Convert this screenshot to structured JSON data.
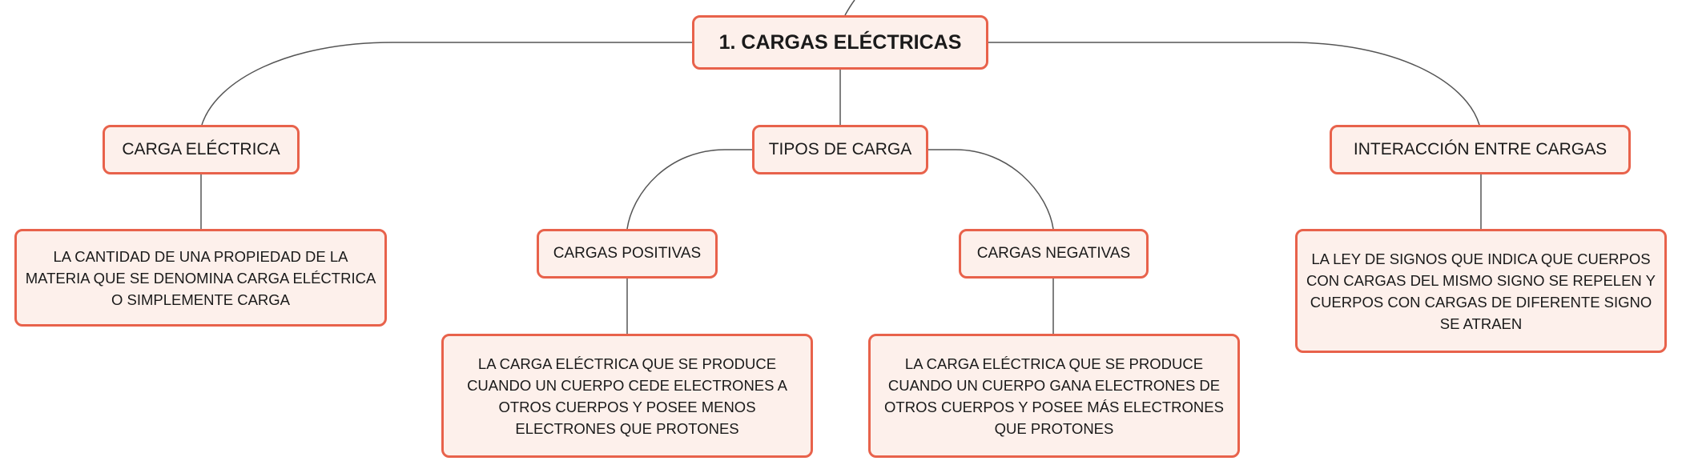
{
  "root": {
    "label": "1. CARGAS ELÉCTRICAS"
  },
  "branches": {
    "carga_electrica": {
      "label": "CARGA ELÉCTRICA",
      "description": "LA CANTIDAD DE UNA PROPIEDAD DE LA MATERIA QUE SE DENOMINA CARGA ELÉCTRICA O SIMPLEMENTE CARGA"
    },
    "tipos_de_carga": {
      "label": "TIPOS DE CARGA",
      "children": {
        "positivas": {
          "label": "CARGAS POSITIVAS",
          "description": "LA CARGA ELÉCTRICA QUE SE PRODUCE CUANDO UN CUERPO CEDE ELECTRONES A OTROS CUERPOS Y POSEE MENOS ELECTRONES QUE PROTONES"
        },
        "negativas": {
          "label": "CARGAS NEGATIVAS",
          "description": "LA CARGA ELÉCTRICA QUE SE PRODUCE CUANDO UN CUERPO GANA ELECTRONES DE OTROS CUERPOS Y POSEE MÁS ELECTRONES QUE PROTONES"
        }
      }
    },
    "interaccion": {
      "label": "INTERACCIÓN ENTRE CARGAS",
      "description": "LA LEY DE SIGNOS QUE INDICA QUE CUERPOS CON CARGAS DEL MISMO SIGNO SE REPELEN Y CUERPOS CON CARGAS DE DIFERENTE SIGNO SE ATRAEN"
    }
  },
  "colors": {
    "node_border": "#e8624b",
    "node_fill": "#fdf0eb",
    "connector": "#555555",
    "text": "#1a1a1a"
  }
}
